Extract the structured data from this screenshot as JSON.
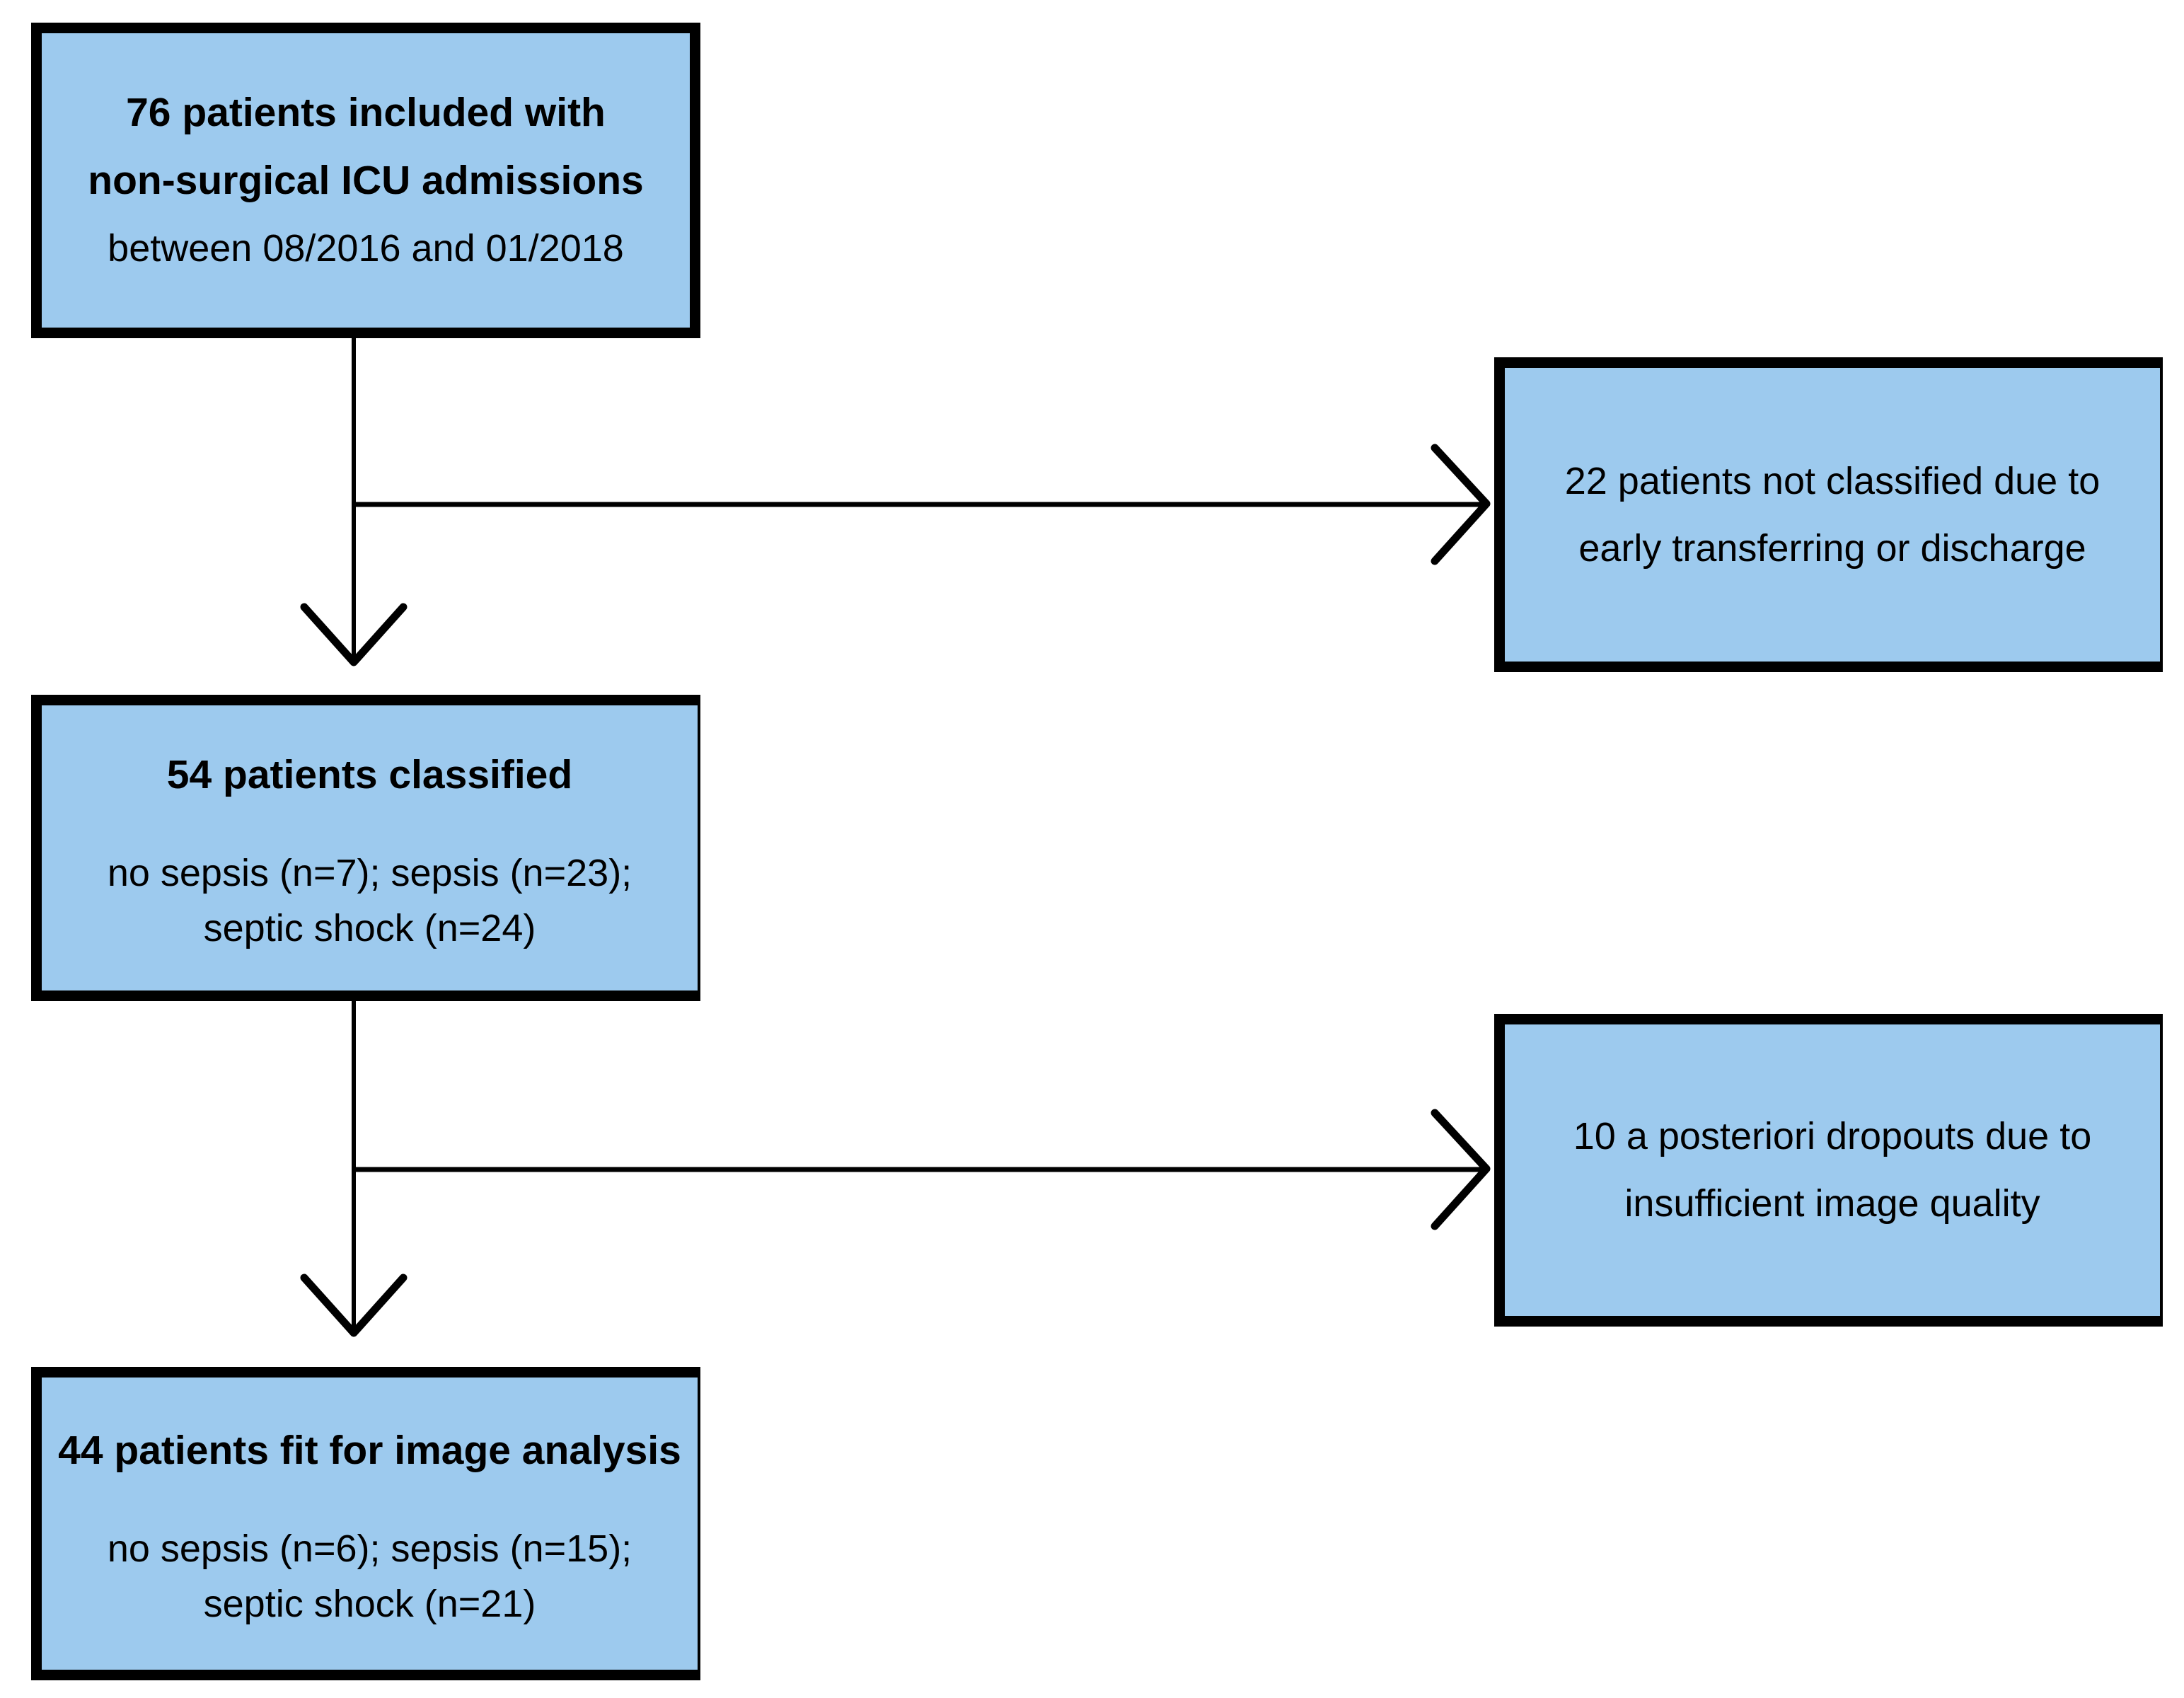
{
  "diagram": {
    "colors": {
      "background": "#ffffff",
      "box_fill": "#9DCAEE",
      "border_color": "#000000",
      "arrow_color": "#000000",
      "text_color": "#000000"
    },
    "boxes": {
      "included": {
        "title_line1": "76 patients included with",
        "title_line2": "non-surgical ICU admissions",
        "subtitle": "between 08/2016 and 01/2018"
      },
      "not_classified": {
        "line1": "22 patients not classified due to",
        "line2": "early transferring or discharge"
      },
      "classified": {
        "title": "54 patients classified",
        "detail_line1": "no sepsis (n=7); sepsis (n=23);",
        "detail_line2": "septic shock (n=24)"
      },
      "dropouts": {
        "line1": "10 a posteriori dropouts due to",
        "line2": "insufficient image quality"
      },
      "fit": {
        "title": "44 patients fit for image analysis",
        "detail_line1": "no sepsis (n=6); sepsis (n=15);",
        "detail_line2": "septic shock (n=21)"
      }
    }
  }
}
